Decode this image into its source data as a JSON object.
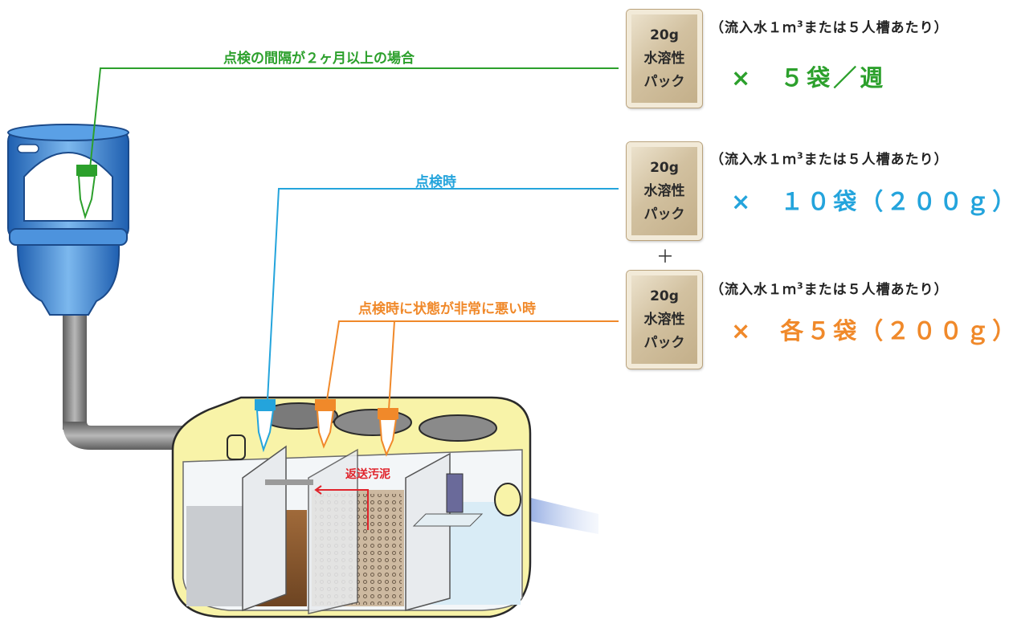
{
  "colors": {
    "green": "#2ca02c",
    "blue": "#24a4dc",
    "orange": "#f0892a",
    "red": "#e0242c",
    "tank_shell": "#f8f3a8",
    "toilet_blue": "#3a86d8"
  },
  "labels": {
    "green_condition": "点検の間隔が２ヶ月以上の場合",
    "blue_condition": "点検時",
    "orange_condition": "点検時に状態が非常に悪い時",
    "return_sludge": "返送汚泥",
    "plus": "＋"
  },
  "pack": {
    "weight": "20g",
    "type": "水溶性",
    "form": "パック"
  },
  "rows": [
    {
      "condition_prefix": "（流入水１ｍ",
      "condition_sup": "3",
      "condition_suffix": "または５人槽あたり）",
      "dosage": "×　５袋／週"
    },
    {
      "condition_prefix": "（流入水１ｍ",
      "condition_sup": "3",
      "condition_suffix": "または５人槽あたり）",
      "dosage": "×　１０袋（２００ｇ）"
    },
    {
      "condition_prefix": "（流入水１ｍ",
      "condition_sup": "3",
      "condition_suffix": "または５人槽あたり）",
      "dosage": "×　各５袋（２００ｇ）"
    }
  ],
  "icons": [
    "toilet-icon",
    "pointing-hand-icon",
    "septic-tank-icon",
    "outflow-water-icon"
  ]
}
